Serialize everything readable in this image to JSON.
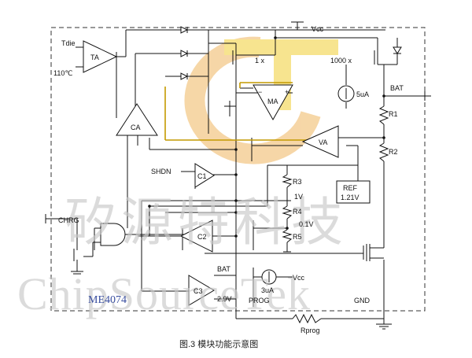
{
  "labels": {
    "vcc_top": "Vcc",
    "tdie": "Tdie",
    "ta": "TA",
    "t110": "110℃",
    "m1x": "1 x",
    "m1000x": "1000 x",
    "bat_right": "BAT",
    "i5ua": "5uA",
    "ma": "MA",
    "ca": "CA",
    "va": "VA",
    "r1": "R1",
    "r2": "R2",
    "shdn": "SHDN",
    "c1": "C1",
    "r3": "R3",
    "v1": "1V",
    "r4": "R4",
    "v01": "0.1V",
    "r5": "R5",
    "ref1": "REF",
    "ref2": "1.21V",
    "chrg": "CHRG",
    "c2": "C2",
    "bat_c3": "BAT",
    "c3": "C3",
    "v29": "2.9V",
    "i3ua": "3uA",
    "vcc_bottom": "Vcc",
    "prog": "PROG",
    "gnd": "GND",
    "rprog": "Rprog",
    "minus": "−",
    "plus": "+"
  },
  "watermark": {
    "chinese": "矽源特科技",
    "english": "ChipSourceTek",
    "part_number": "ME4074"
  },
  "caption": "图.3   模块功能示意图",
  "colors": {
    "logo_orange": "#f3c98a",
    "logo_yellow": "#f5dc6a",
    "accent_wire": "#c49a00",
    "part_blue": "#3a4fa0",
    "watermark": "#c9c9c9"
  }
}
